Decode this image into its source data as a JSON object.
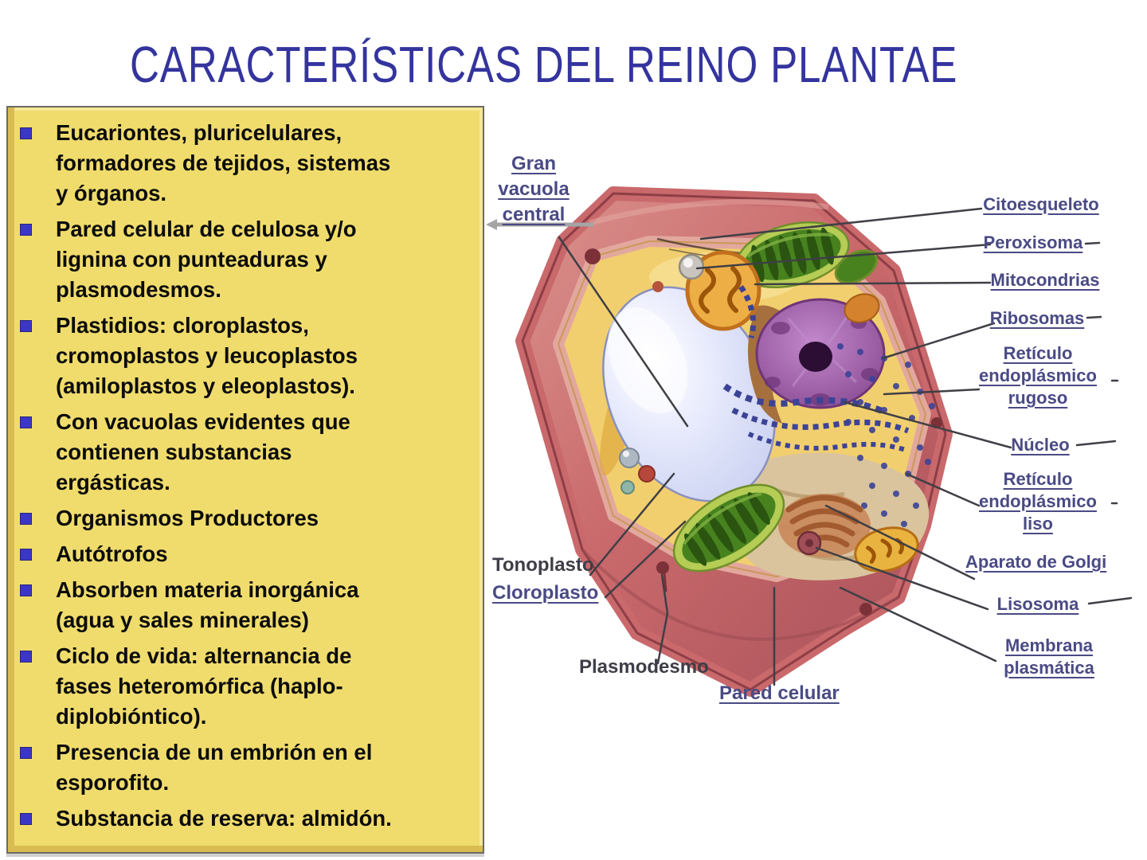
{
  "slide": {
    "title": "CARACTERÍSTICAS DEL REINO PLANTAE",
    "bullets": [
      "Eucariontes, pluricelulares,\nformadores de tejidos, sistemas\ny órganos.",
      "Pared celular de celulosa y/o\nlignina con punteaduras y\nplasmodesmos.",
      "Plastidios: cloroplastos,\ncromoplastos y leucoplastos\n(amiloplastos y eleoplastos).",
      "Con vacuolas evidentes que\ncontienen substancias\nergásticas.",
      "Organismos Productores",
      "Autótrofos",
      "Absorben materia inorgánica\n(agua y sales minerales)",
      "Ciclo de vida: alternancia de\nfases heteromórfica (haplo-\ndiplobióntico).",
      "Presencia de un embrión en el\nesporofito.",
      "Substancia de reserva: almidón."
    ]
  },
  "diagram": {
    "labels": {
      "gran_vacuola_central": "Gran\nvacuola\ncentral",
      "citoesqueleto": "Citoesqueleto",
      "peroxisoma": "Peroxisoma",
      "mitocondrias": "Mitocondrias",
      "ribosomas": "Ribosomas",
      "reticulo_rugoso": "Retículo\nendoplásmico\nrugoso",
      "nucleo": "Núcleo",
      "reticulo_liso": "Retículo\nendoplásmico\nliso",
      "aparato_golgi": "Aparato de Golgi",
      "lisosoma": "Lisosoma",
      "membrana_plasmatica": "Membrana\nplasmática",
      "tonoplasto": "Tonoplasto",
      "cloroplasto": "Cloroplasto",
      "plasmodesmo": "Plasmodesmo",
      "pared_celular": "Pared celular"
    }
  },
  "colors": {
    "title_text": "#34349E",
    "note_box_bg": "#F0DC6C",
    "bullet_square": "#3B35C8",
    "label_underlined": "#4A4A85",
    "label_plain": "#3E3E48",
    "cell_wall": "#C9696C",
    "cytoplasm": "#F2CF6E",
    "vacuole": "#D7DBF6",
    "nucleus": "#9F62A8",
    "chloroplast": "#47821F",
    "mitochondrion": "#EDAF45",
    "rough_er_dots": "#3C4397"
  }
}
